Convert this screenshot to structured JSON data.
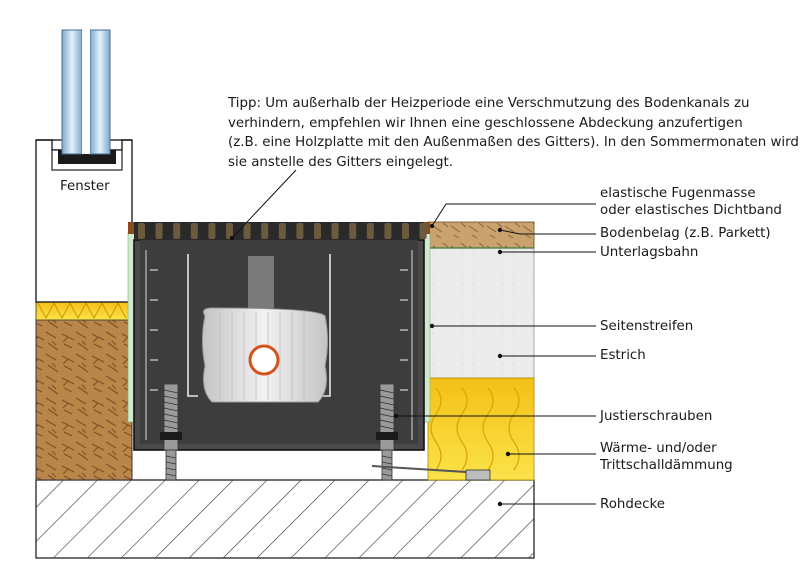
{
  "tip": {
    "lines": [
      "Tipp: Um außerhalb der Heizperiode eine Verschmutzung des Bodenkanals zu",
      "verhindern, empfehlen wir Ihnen eine geschlossene Abdeckung anzufertigen",
      "(z.B. eine Holzplatte mit den Außenmaßen des Gitters). In den Sommermonaten wird",
      "sie anstelle des Gitters eingelegt."
    ]
  },
  "window_label": "Fenster",
  "labels": {
    "fugenmasse": [
      "elastische Fugenmasse",
      "oder elastisches Dichtband"
    ],
    "bodenbelag": "Bodenbelag (z.B. Parkett)",
    "unterlagsbahn": "Unterlagsbahn",
    "seitenstreifen": "Seitenstreifen",
    "estrich": "Estrich",
    "justierschrauben": "Justierschrauben",
    "daemmung": [
      "Wärme- und/oder",
      "Trittschalldämmung"
    ],
    "rohdecke": "Rohdecke"
  },
  "colors": {
    "wood": "#b58248",
    "wood_grain": "#7a5128",
    "parquet": "#c9a26e",
    "insulation": "#f7d21a",
    "estrich": "#ececec",
    "concrete_hatch": "#333333",
    "channel": "#4a4a4a",
    "channel_dark": "#262626",
    "pipe_insulation": "#d9d9d9",
    "pipe": "#d4511e",
    "glass": "#a8c8e4",
    "strip": "#cfe9cf"
  }
}
